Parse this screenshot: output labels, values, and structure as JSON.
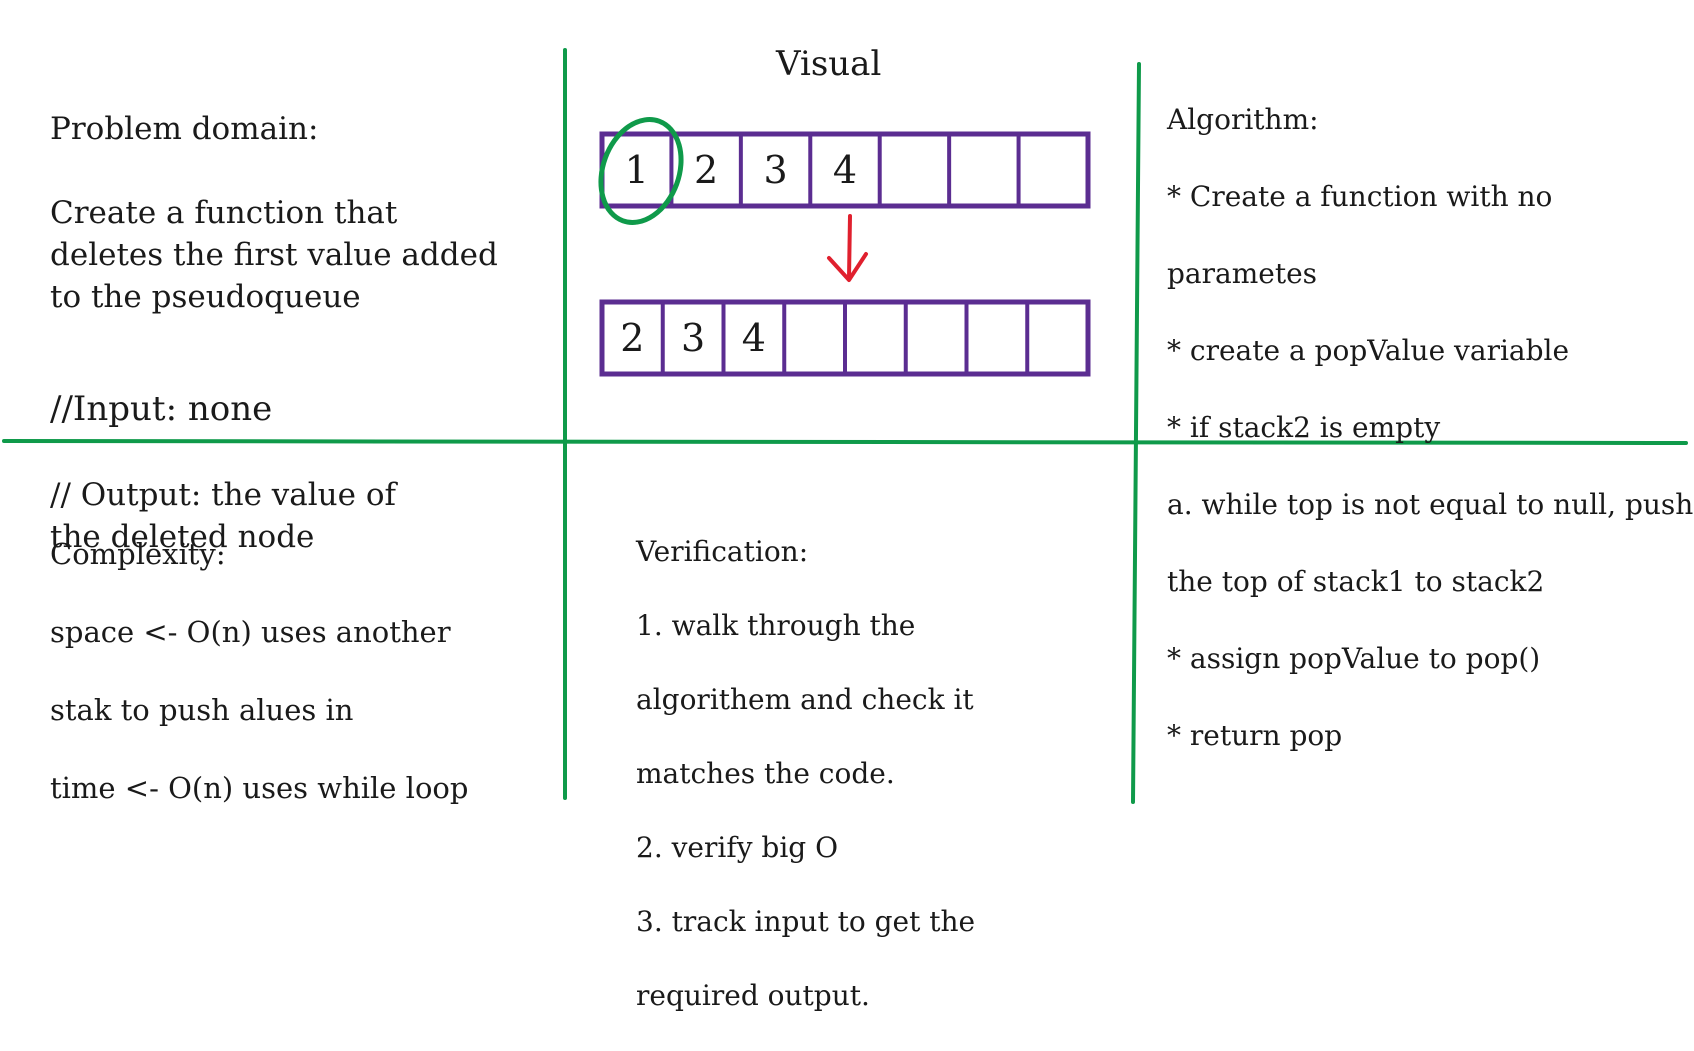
{
  "problem_domain": {
    "title": "Problem domain:",
    "description": "Create a function that\ndeletes the first value added\nto the pseudoqueue",
    "input": "//Input: none",
    "output": "// Output: the value of\nthe deleted node"
  },
  "visual": {
    "title": "Visual",
    "top_queue": [
      "1",
      "2",
      "3",
      "4",
      "",
      "",
      ""
    ],
    "bottom_queue": [
      "2",
      "3",
      "4",
      "",
      "",
      "",
      "",
      ""
    ],
    "highlight_value": "1",
    "colors": {
      "queue_outline": "#5b2d91",
      "highlight_circle": "#0f9a4a",
      "arrow": "#e0202e",
      "grid_lines": "#0f9a4a"
    }
  },
  "algorithm": {
    "title": "Algorithm:",
    "steps": [
      "* Create a function with no",
      "parametes",
      "* create a popValue variable",
      "* if stack2 is empty",
      "a. while top is not equal to null, push",
      "the top of stack1 to stack2",
      "* assign popValue to pop()",
      "* return pop"
    ]
  },
  "complexity": {
    "title": "Complexity:",
    "lines": [
      "space <- O(n) uses another",
      "stak to push alues in",
      "time <- O(n) uses while loop"
    ]
  },
  "verification": {
    "title": "Verification:",
    "lines": [
      "1. walk through the",
      "algorithem and check it",
      "matches the code.",
      "2. verify big O",
      "3. track input to get the",
      "required output."
    ]
  }
}
